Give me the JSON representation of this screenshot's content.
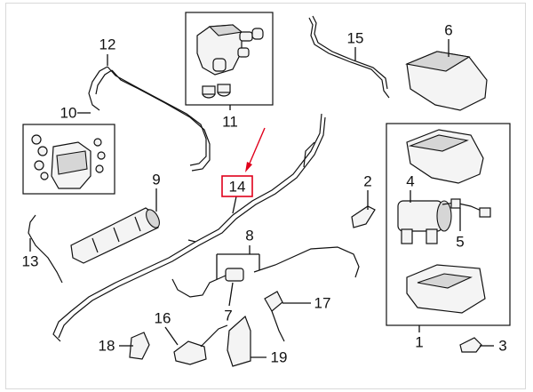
{
  "callouts": [
    {
      "id": "c1",
      "text": "1"
    },
    {
      "id": "c2",
      "text": "2"
    },
    {
      "id": "c3",
      "text": "3"
    },
    {
      "id": "c4",
      "text": "4"
    },
    {
      "id": "c5",
      "text": "5"
    },
    {
      "id": "c6",
      "text": "6"
    },
    {
      "id": "c7",
      "text": "7"
    },
    {
      "id": "c8",
      "text": "8"
    },
    {
      "id": "c9",
      "text": "9"
    },
    {
      "id": "c10",
      "text": "10"
    },
    {
      "id": "c11",
      "text": "11"
    },
    {
      "id": "c12",
      "text": "12"
    },
    {
      "id": "c13",
      "text": "13"
    },
    {
      "id": "c14",
      "text": "14"
    },
    {
      "id": "c15",
      "text": "15"
    },
    {
      "id": "c16",
      "text": "16"
    },
    {
      "id": "c17",
      "text": "17"
    },
    {
      "id": "c18",
      "text": "18"
    },
    {
      "id": "c19",
      "text": "19"
    }
  ],
  "colors": {
    "highlight": "#e0001b",
    "ink": "#111111"
  }
}
